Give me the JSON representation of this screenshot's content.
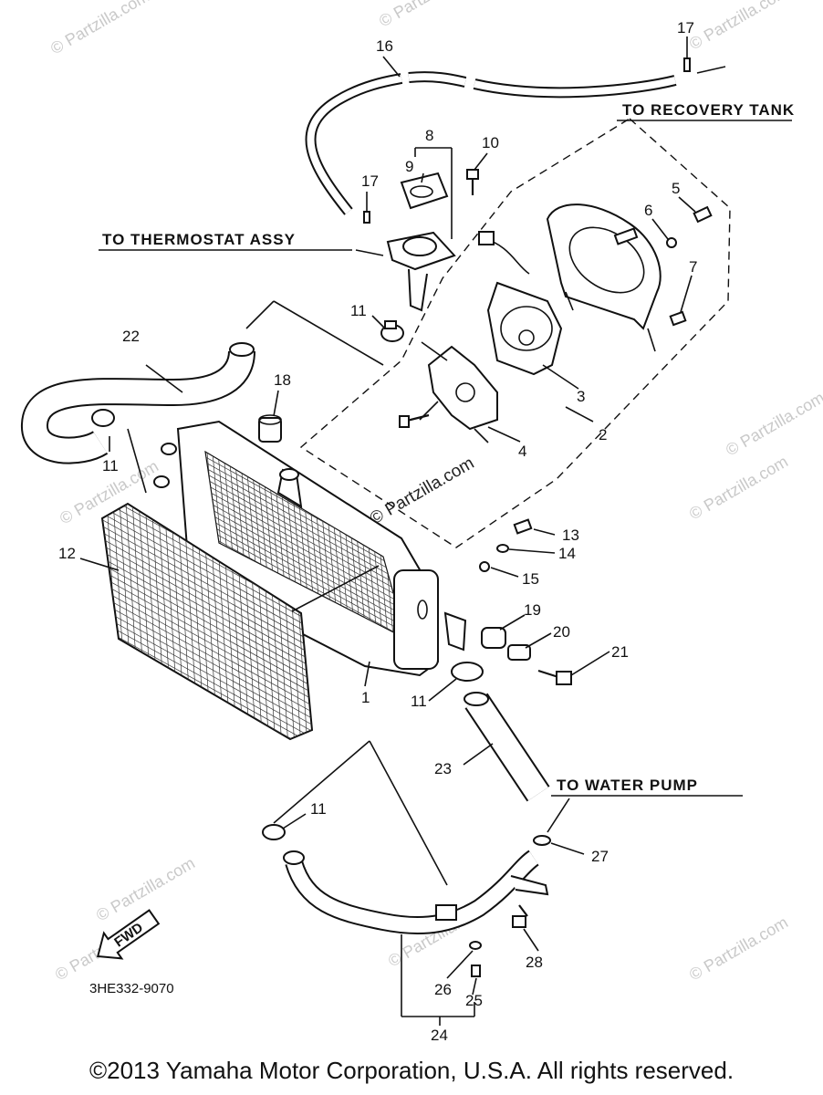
{
  "labels": {
    "to_recovery_tank": "TO RECOVERY TANK",
    "to_thermostat_assy": "TO THERMOSTAT ASSY",
    "to_water_pump": "TO WATER PUMP",
    "fwd": "FWD",
    "diagram_code": "3HE332-9070"
  },
  "callouts": {
    "c1": "1",
    "c2": "2",
    "c3": "3",
    "c4": "4",
    "c5": "5",
    "c6": "6",
    "c7": "7",
    "c8": "8",
    "c9": "9",
    "c10": "10",
    "c11a": "11",
    "c11b": "11",
    "c11c": "11",
    "c11d": "11",
    "c12": "12",
    "c13": "13",
    "c14": "14",
    "c15": "15",
    "c16": "16",
    "c17a": "17",
    "c17b": "17",
    "c18": "18",
    "c19": "19",
    "c20": "20",
    "c21": "21",
    "c22": "22",
    "c23": "23",
    "c24": "24",
    "c25": "25",
    "c26": "26",
    "c27": "27",
    "c28": "28"
  },
  "watermarks": {
    "center": "© Partzilla.com",
    "repeat": "© Partzilla.com"
  },
  "footer": {
    "copyright": "©2013 Yamaha Motor Corporation, U.S.A. All rights reserved."
  }
}
